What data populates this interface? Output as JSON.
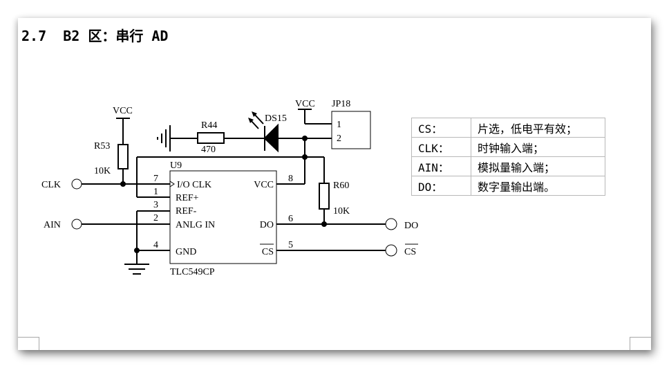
{
  "section": {
    "heading": "2.7  B2 区：串行 AD"
  },
  "schematic": {
    "chip": {
      "designator": "U9",
      "part_number": "TLC549CP",
      "pins": [
        {
          "number": "7",
          "name": "I/O CLK"
        },
        {
          "number": "1",
          "name": "REF+"
        },
        {
          "number": "3",
          "name": "REF-"
        },
        {
          "number": "2",
          "name": "ANLG IN"
        },
        {
          "number": "4",
          "name": "GND"
        },
        {
          "number": "8",
          "name": "VCC"
        },
        {
          "number": "6",
          "name": "DO"
        },
        {
          "number": "5",
          "name": "CS"
        }
      ]
    },
    "components": {
      "r53": {
        "designator": "R53",
        "value": "10K"
      },
      "r44": {
        "designator": "R44",
        "value": "470"
      },
      "r60": {
        "designator": "R60",
        "value": "10K"
      },
      "led": {
        "designator": "DS15"
      },
      "jumper": {
        "designator": "JP18",
        "pin1": "1",
        "pin2": "2"
      }
    },
    "power": {
      "vcc_left": "VCC",
      "vcc_right": "VCC"
    },
    "ports": {
      "clk": "CLK",
      "ain": "AIN",
      "do": "DO",
      "cs": "CS"
    }
  },
  "pin_table": {
    "rows": [
      {
        "signal": "CS：",
        "description": "片选，低电平有效；"
      },
      {
        "signal": "CLK：",
        "description": "时钟输入端；"
      },
      {
        "signal": "AIN：",
        "description": "模拟量输入端；"
      },
      {
        "signal": "DO：",
        "description": "数字量输出端。"
      }
    ]
  }
}
